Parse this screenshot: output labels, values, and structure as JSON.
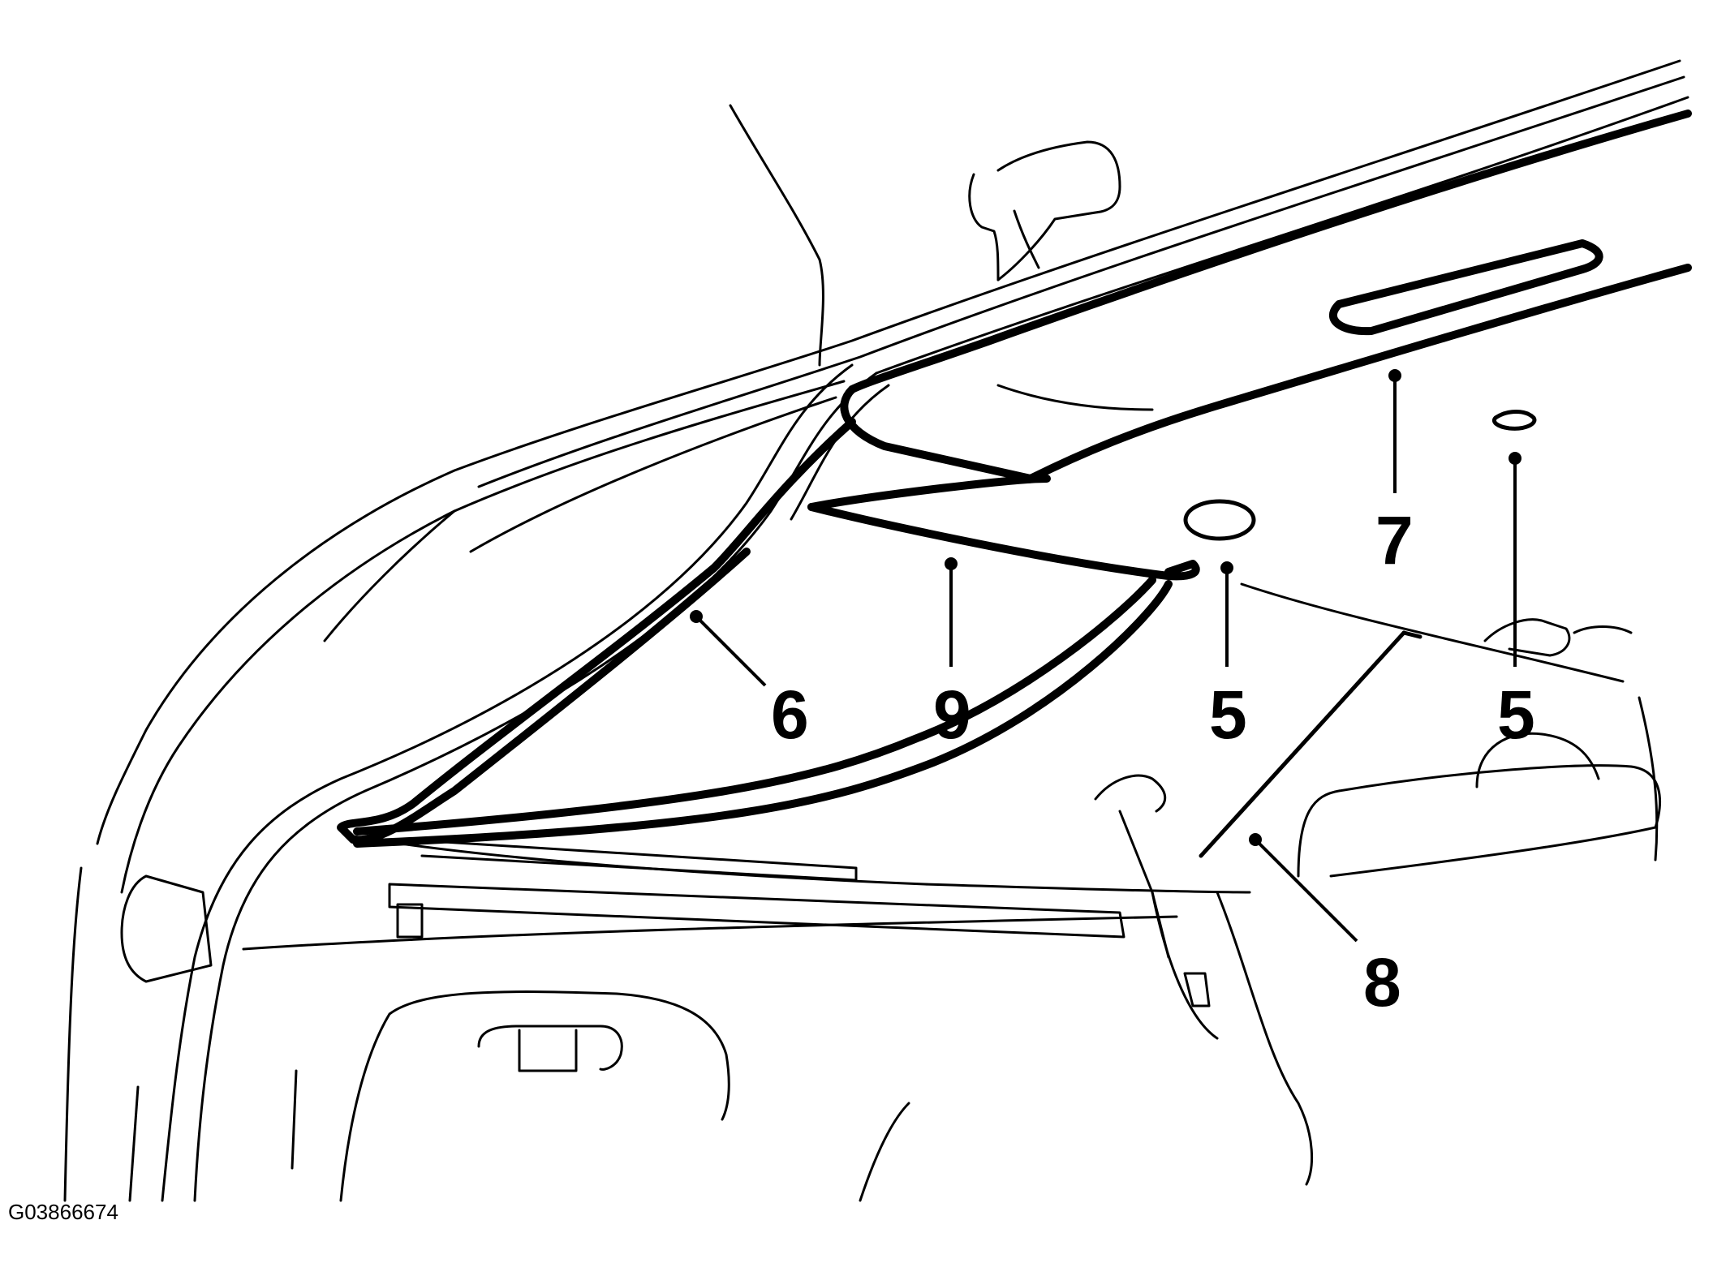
{
  "figure_id": "G03866674",
  "callouts": [
    {
      "id": "c6",
      "label": "6"
    },
    {
      "id": "c9",
      "label": "9"
    },
    {
      "id": "c5a",
      "label": "5"
    },
    {
      "id": "c5b",
      "label": "5"
    },
    {
      "id": "c7",
      "label": "7"
    },
    {
      "id": "c8",
      "label": "8"
    }
  ]
}
